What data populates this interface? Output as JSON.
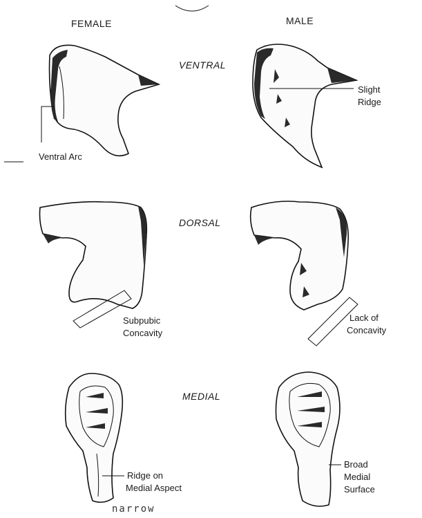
{
  "columns": {
    "female": "FEMALE",
    "male": "MALE"
  },
  "views": {
    "ventral": "VENTRAL",
    "dorsal": "DORSAL",
    "medial": "MEDIAL"
  },
  "labels": {
    "ventral_arc": "Ventral Arc",
    "slight_ridge_1": "Slight",
    "slight_ridge_2": "Ridge",
    "subpubic_1": "Subpubic",
    "subpubic_2": "Concavity",
    "lack_1": "Lack of",
    "lack_2": "Concavity",
    "ridge_medial_1": "Ridge on",
    "ridge_medial_2": "Medial Aspect",
    "broad_1": "Broad",
    "broad_2": "Medial",
    "broad_3": "Surface"
  },
  "handwritten_note": "narrow"
}
